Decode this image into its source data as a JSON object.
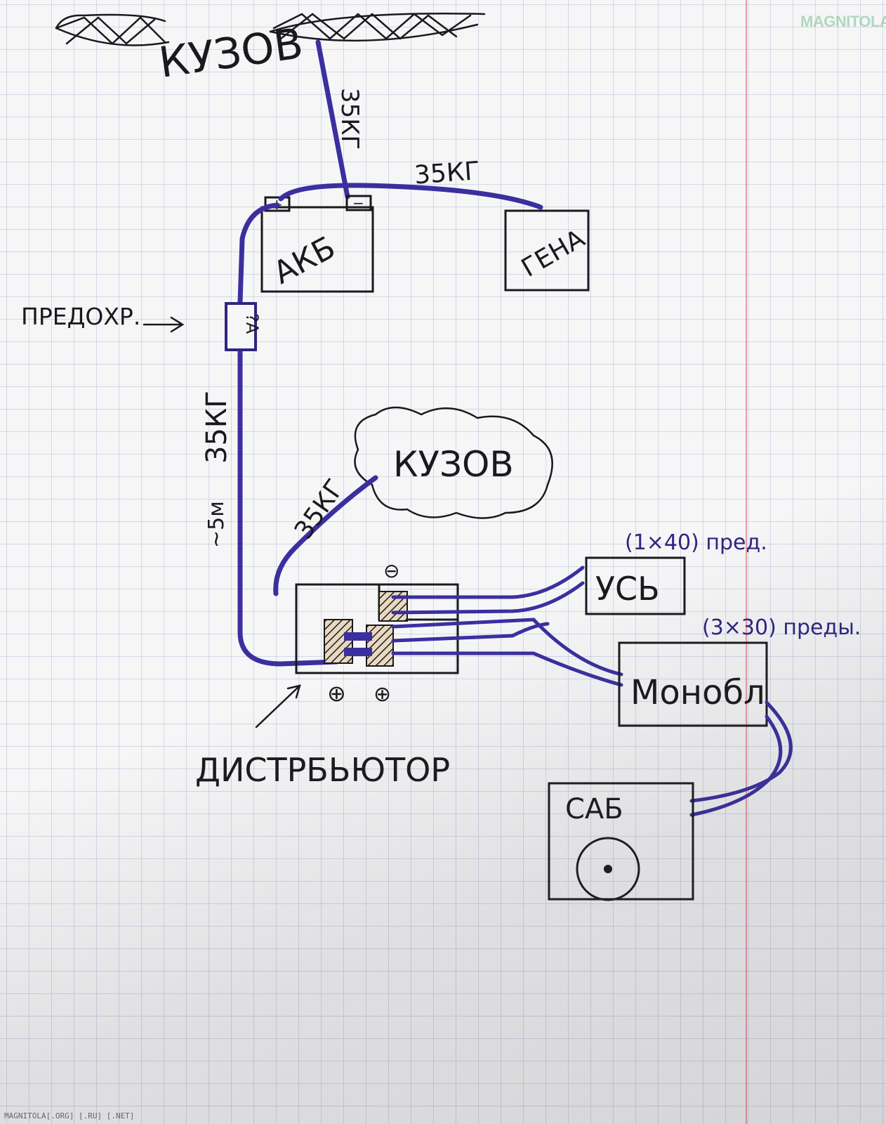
{
  "labels": {
    "body_top": "КУЗОВ",
    "body_cloud": "КУЗОВ",
    "battery": "АКБ",
    "generator": "ГЕНА",
    "fuse_callout": "ПРЕДОХР.",
    "fuse_value": "?А",
    "distributor": "ДИСТРБЬЮТОР",
    "amp_small": "УСЬ",
    "amp_small_note": "(1×40) пред.",
    "amp_mono": "Моноблок",
    "amp_mono_display": "Монобл",
    "amp_mono_note": "(3×30) преды.",
    "sub": "САБ",
    "battery_plus": "+",
    "battery_minus": "−",
    "distributor_minus": "⊖",
    "distributor_plus_a": "⊕",
    "distributor_plus_b": "⊕"
  },
  "wire_labels": {
    "body_to_battery": "35КГ",
    "battery_to_generator": "35КГ",
    "main_power": "35КГ",
    "main_length": "~5м",
    "distributor_to_body": "35КГ"
  },
  "watermark": {
    "logo": "MAGNITOLA",
    "footer": "MAGNITOLA[.ORG] [.RU] [.NET]"
  },
  "colors": {
    "wire": "#3b2fa0",
    "ink": "#1a1a1e",
    "grid": "#8ca0c8",
    "margin": "#e1646e"
  }
}
